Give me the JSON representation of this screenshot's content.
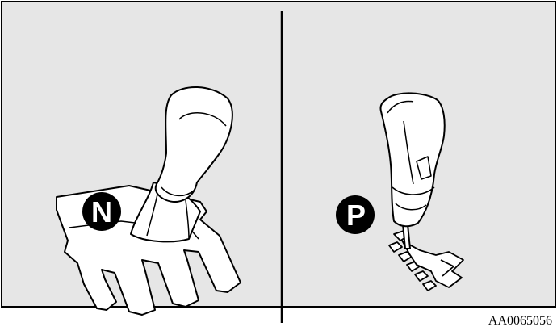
{
  "panels": [
    {
      "badge": "N"
    },
    {
      "badge": "P"
    }
  ],
  "figure_code": "AA0065056",
  "colors": {
    "panel_bg": "#e6e6e6",
    "line": "#000000",
    "badge_bg": "#000000",
    "badge_text": "#ffffff",
    "fill_white": "#ffffff"
  }
}
